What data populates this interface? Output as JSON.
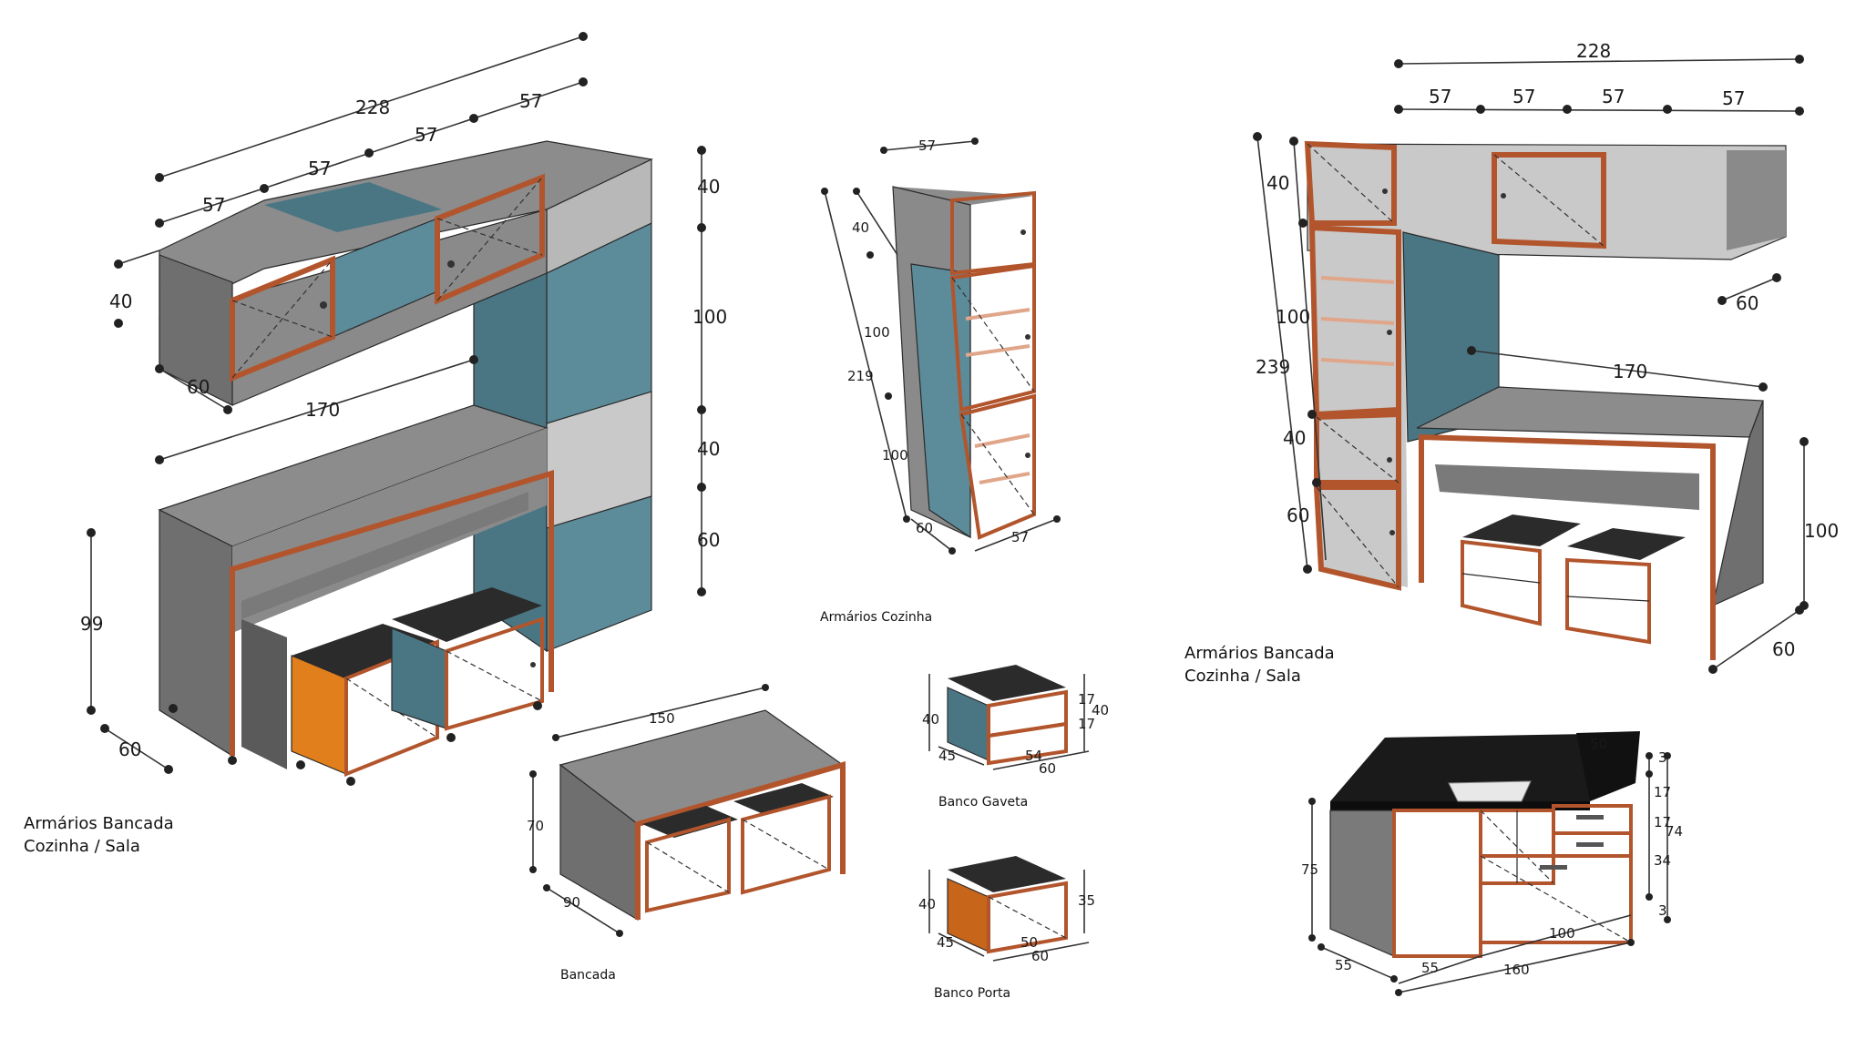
{
  "colors": {
    "top_gray": "#8c8c8c",
    "side_gray": "#6f6f6f",
    "light_gray": "#c9c9c9",
    "teal": "#5c8b9a",
    "teal_dark": "#4a7684",
    "orange": "#f79b2a",
    "frame": "#b2552c",
    "cushion": "#2b2b2b",
    "countertop": "#1a1a1a"
  },
  "left_view": {
    "caption_line1": "Armários Bancada",
    "caption_line2": "Cozinha / Sala",
    "dims": {
      "total_width": "228",
      "seg1": "57",
      "seg2": "57",
      "seg3": "57",
      "seg4": "57",
      "upper_height": "40",
      "upper_depth": "60",
      "col_top": "40",
      "col_mid": "100",
      "col_low": "40",
      "col_base": "60",
      "bench_width": "170",
      "bench_height": "99",
      "bench_depth": "60"
    }
  },
  "tall_cabinet": {
    "caption": "Armários Cozinha",
    "dims": {
      "width": "57",
      "top": "40",
      "mid": "100",
      "total": "219",
      "low": "100",
      "depth": "60",
      "front_width": "57"
    }
  },
  "bench_view": {
    "caption": "Bancada",
    "dims": {
      "width": "150",
      "height": "70",
      "depth": "90"
    }
  },
  "banco_gaveta": {
    "caption": "Banco Gaveta",
    "dims": {
      "height": "40",
      "d17a": "17",
      "d40": "40",
      "d17b": "17",
      "depth": "45",
      "w54": "54",
      "w60": "60"
    }
  },
  "banco_porta": {
    "caption": "Banco Porta",
    "dims": {
      "height": "40",
      "right": "35",
      "depth": "45",
      "w50": "50",
      "w60": "60"
    }
  },
  "right_view": {
    "caption_line1": "Armários Bancada",
    "caption_line2": "Cozinha / Sala",
    "dims": {
      "total_width": "228",
      "seg1": "57",
      "seg2": "57",
      "seg3": "57",
      "seg4": "57",
      "col_top": "40",
      "col_mid": "100",
      "total": "239",
      "col_low": "40",
      "col_base": "60",
      "upper_depth": "60",
      "bench_width": "170",
      "bench_height": "100",
      "bench_depth": "60"
    }
  },
  "sink_view": {
    "dims": {
      "d50": "50",
      "d3a": "3",
      "d17a": "17",
      "d17b": "17",
      "d74": "74",
      "d34": "34",
      "d3b": "3",
      "height": "75",
      "depth": "55",
      "w55": "55",
      "w160": "160",
      "w100": "100"
    }
  }
}
